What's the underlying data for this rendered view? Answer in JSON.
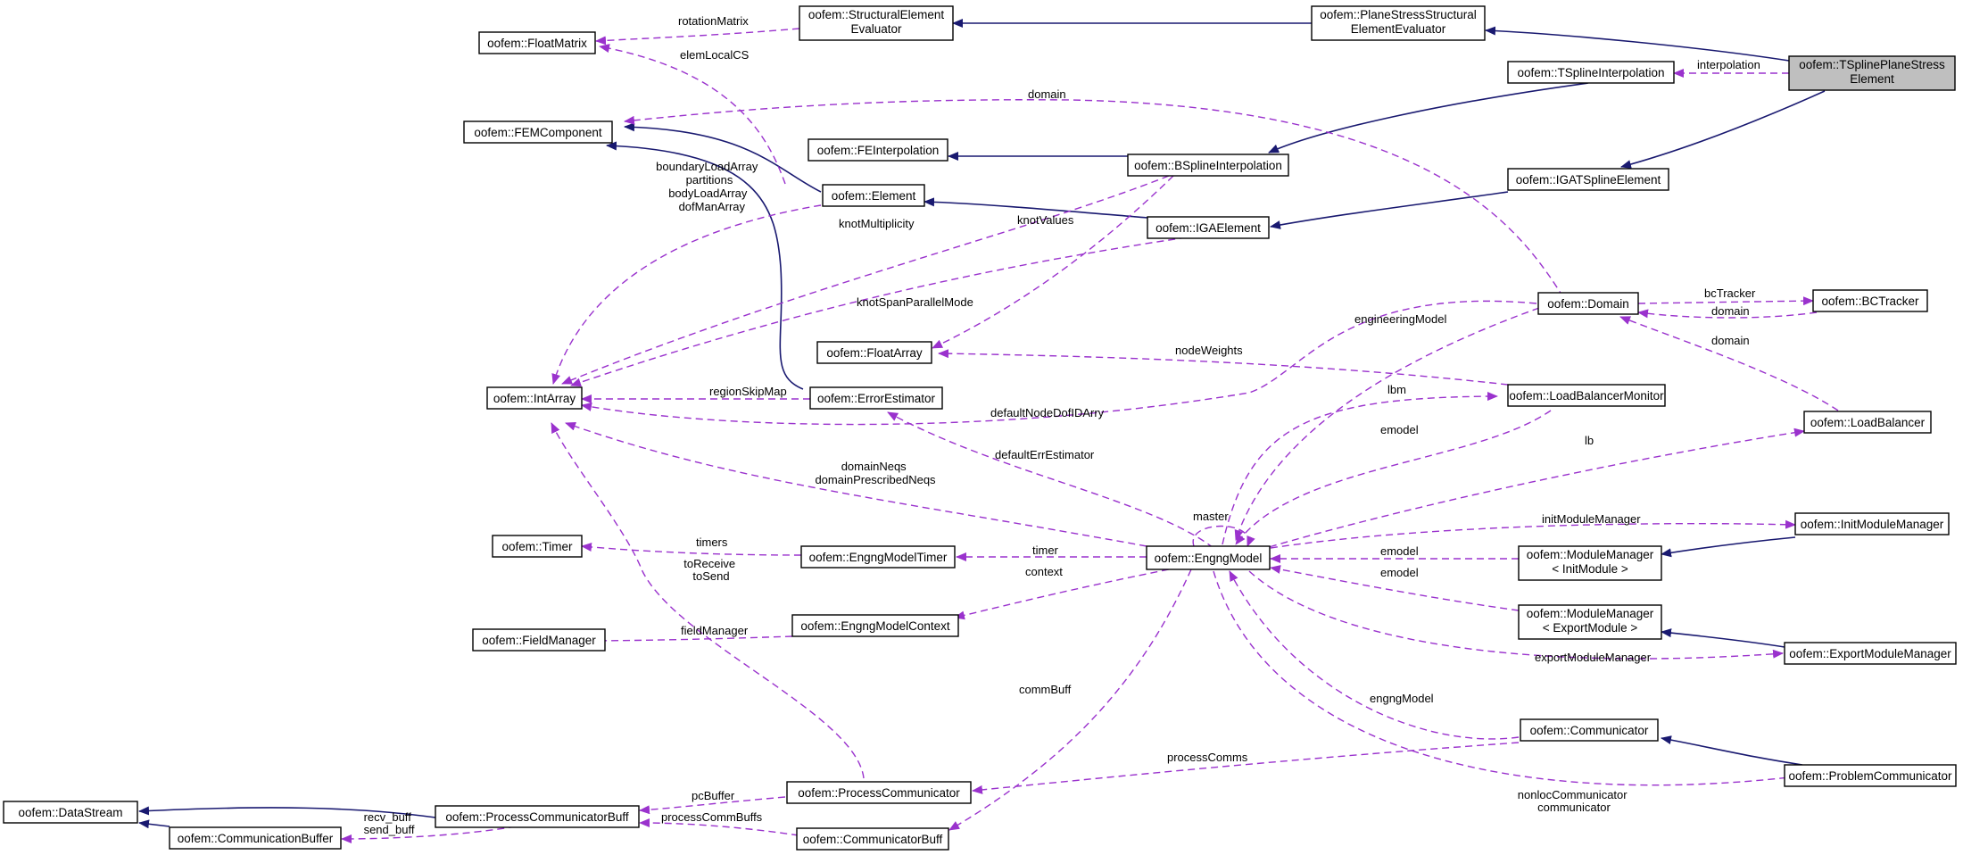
{
  "nodes": {
    "tspline_elem": [
      "oofem::TSplinePlaneStress",
      "Element"
    ],
    "psse_eval": [
      "oofem::PlaneStressStructural",
      "ElementEvaluator"
    ],
    "se_eval": [
      "oofem::StructuralElement",
      "Evaluator"
    ],
    "floatmatrix": [
      "oofem::FloatMatrix"
    ],
    "tspline_interp": [
      "oofem::TSplineInterpolation"
    ],
    "femcomponent": [
      "oofem::FEMComponent"
    ],
    "feinterp": [
      "oofem::FEInterpolation"
    ],
    "bspline_interp": [
      "oofem::BSplineInterpolation"
    ],
    "igatspline": [
      "oofem::IGATSplineElement"
    ],
    "element": [
      "oofem::Element"
    ],
    "igaelement": [
      "oofem::IGAElement"
    ],
    "domain": [
      "oofem::Domain"
    ],
    "bctracker": [
      "oofem::BCTracker"
    ],
    "floatarray": [
      "oofem::FloatArray"
    ],
    "intarray": [
      "oofem::IntArray"
    ],
    "errest": [
      "oofem::ErrorEstimator"
    ],
    "lbmonitor": [
      "oofem::LoadBalancerMonitor"
    ],
    "loadbalancer": [
      "oofem::LoadBalancer"
    ],
    "initmodmgr": [
      "oofem::InitModuleManager"
    ],
    "timer": [
      "oofem::Timer"
    ],
    "engngtimer": [
      "oofem::EngngModelTimer"
    ],
    "engngmodel": [
      "oofem::EngngModel"
    ],
    "modmgr_init": [
      "oofem::ModuleManager",
      "< InitModule >"
    ],
    "modmgr_export": [
      "oofem::ModuleManager",
      "< ExportModule >"
    ],
    "exportmodmgr": [
      "oofem::ExportModuleManager"
    ],
    "fieldmgr": [
      "oofem::FieldManager"
    ],
    "engngctx": [
      "oofem::EngngModelContext"
    ],
    "communicator": [
      "oofem::Communicator"
    ],
    "problemcomm": [
      "oofem::ProblemCommunicator"
    ],
    "datastream": [
      "oofem::DataStream"
    ],
    "pcbuff": [
      "oofem::ProcessCommunicatorBuff"
    ],
    "proccomm": [
      "oofem::ProcessCommunicator"
    ],
    "commbuffer": [
      "oofem::CommunicationBuffer"
    ],
    "commbuff": [
      "oofem::CommunicatorBuff"
    ]
  },
  "edge_labels": {
    "rotationMatrix": "rotationMatrix",
    "elemLocalCS": "elemLocalCS",
    "interpolation": "interpolation",
    "domain_a": "domain",
    "boundaryLoadArray": [
      "boundaryLoadArray",
      "partitions",
      "bodyLoadArray",
      "dofManArray"
    ],
    "knotMultiplicity": "knotMultiplicity",
    "knotValues": "knotValues",
    "knotSpanParallelMode": "knotSpanParallelMode",
    "bcTracker": "bcTracker",
    "domain_b": "domain",
    "domain_c": "domain",
    "engineeringModel": "engineeringModel",
    "nodeWeights": "nodeWeights",
    "regionSkipMap": "regionSkipMap",
    "defaultNodeDofIDArry": "defaultNodeDofIDArry",
    "lbm": "lbm",
    "emodel_a": "emodel",
    "lb": "lb",
    "defaultErrEstimator": "defaultErrEstimator",
    "domainNeqs": [
      "domainNeqs",
      "domainPrescribedNeqs"
    ],
    "master": "master",
    "initModuleManager": "initModuleManager",
    "timers": "timers",
    "timer": "timer",
    "toReceive": [
      "toReceive",
      "toSend"
    ],
    "emodel_b": "emodel",
    "emodel_c": "emodel",
    "context": "context",
    "fieldManager": "fieldManager",
    "exportModuleManager": "exportModuleManager",
    "commBuff": "commBuff",
    "engngModel": "engngModel",
    "processComms": "processComms",
    "nonlocCommunicator": [
      "nonlocCommunicator",
      "communicator"
    ],
    "pcBuffer": "pcBuffer",
    "recv_buff": [
      "recv_buff",
      "send_buff"
    ],
    "processCommBuffs": "processCommBuffs"
  },
  "colors": {
    "inheritance": "#191970",
    "usage": "#9a32cd",
    "highlight_fill": "#bfbfbf"
  }
}
